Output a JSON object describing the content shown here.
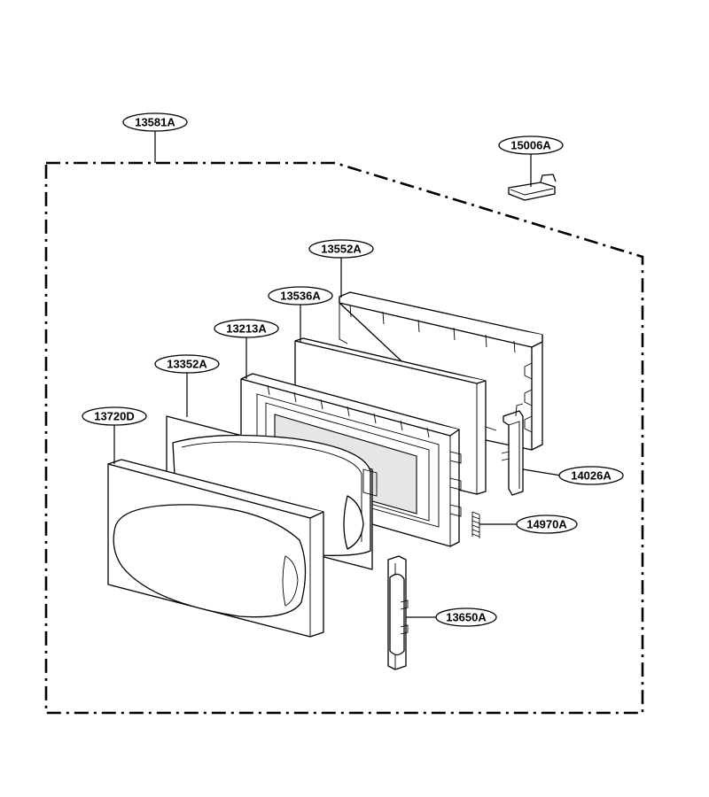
{
  "diagram": {
    "assembly_label": "13581A",
    "parts": [
      {
        "id": "15006A",
        "name": "15006A"
      },
      {
        "id": "13552A",
        "name": "13552A"
      },
      {
        "id": "13536A",
        "name": "13536A"
      },
      {
        "id": "13213A",
        "name": "13213A"
      },
      {
        "id": "13352A",
        "name": "13352A"
      },
      {
        "id": "13720D",
        "name": "13720D"
      },
      {
        "id": "14026A",
        "name": "14026A"
      },
      {
        "id": "14970A",
        "name": "14970A"
      },
      {
        "id": "13650A",
        "name": "13650A"
      }
    ]
  }
}
